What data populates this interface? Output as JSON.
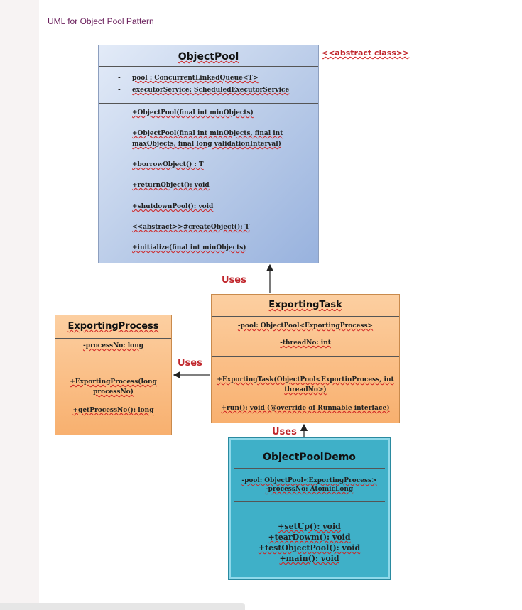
{
  "heading": "UML for Object Pool Pattern",
  "stereotype": "<<abstract class>>",
  "uses_labels": [
    "Uses",
    "Uses",
    "Uses"
  ],
  "object_pool": {
    "title": "ObjectPool",
    "attributes": [
      "pool : ConcurrentLinkedQueue<T>",
      "executorService: ScheduledExecutorService"
    ],
    "attribute_markers": [
      "-",
      "-"
    ],
    "methods": [
      "+ObjectPool(final int minObjects)",
      "+ObjectPool(final int minObjects, final int",
      "maxObjects, final long validationInterval)",
      "+borrowObject() : T",
      "+returnObject(): void",
      "+shutdownPool(): void",
      "<<abstract>>#createObject(): T",
      "+initialize(final int minObjects)"
    ]
  },
  "exporting_process": {
    "title": "ExportingProcess",
    "attributes": [
      "-processNo: long"
    ],
    "methods": [
      "+ExportingProcess(long",
      "processNo)",
      "+getProcessNo(): long"
    ]
  },
  "exporting_task": {
    "title": "ExportingTask",
    "attributes": [
      "-pool: ObjectPool<ExportingProcess>",
      "-threadNo: int"
    ],
    "methods": [
      "+ExportingTask(ObjectPool<ExportinProcess, int",
      "threadNo>)",
      "+run(): void (@override of Runnable interface)"
    ]
  },
  "demo": {
    "title": "ObjectPoolDemo",
    "attributes": [
      "-pool: ObjectPool<ExportingProcess>",
      "-processNo: AtomicLong"
    ],
    "methods": [
      "+setUp(): void",
      "+tearDowm(): void",
      "+testObjectPool(): void",
      "+main(): void"
    ]
  },
  "colors": {
    "heading": "#6a1f5c",
    "uses": "#c0262c",
    "pool_fill": "#b9cbe8",
    "orange_fill": "#f8b06f",
    "demo_fill": "#3fb0c8"
  }
}
